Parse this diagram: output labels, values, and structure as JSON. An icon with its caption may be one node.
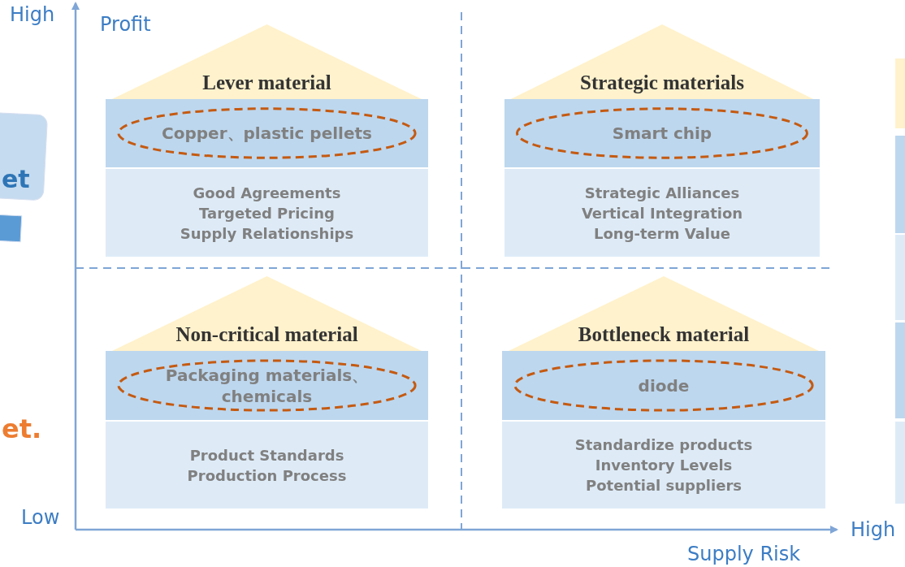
{
  "diagram": {
    "nodes": [
      {
        "text": [
          "Lever material"
        ]
      },
      {
        "text": [
          "Copper、plastic pellets"
        ]
      },
      {
        "text": [
          "Good Agreements",
          "Targeted Pricing",
          "Supply Relationships"
        ]
      },
      {
        "text": [
          "Strategic materials"
        ]
      },
      {
        "text": [
          "Smart chip"
        ]
      },
      {
        "text": [
          "Strategic Alliances",
          "Vertical Integration",
          "Long-term Value"
        ]
      },
      {
        "text": [
          "Non-critical material"
        ]
      },
      {
        "text": [
          "Packaging materials、 chemicals"
        ]
      },
      {
        "text": [
          "Product Standards",
          "Production Process"
        ]
      },
      {
        "text": [
          "Bottleneck material"
        ]
      },
      {
        "text": [
          "diode"
        ]
      },
      {
        "text": [
          "Standardize products",
          "Inventory Levels",
          "Potential suppliers"
        ]
      }
    ],
    "labels": [
      "High",
      "Profit",
      "et",
      "et.",
      "Low",
      "High",
      "Supply Risk"
    ]
  }
}
